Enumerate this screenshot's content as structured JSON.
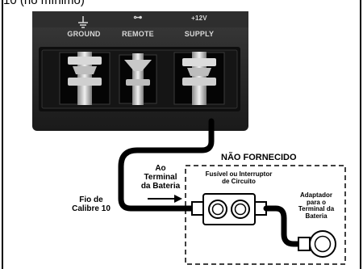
{
  "top_note": "10 (no mínimo)",
  "terminals": {
    "ground": "GROUND",
    "remote_symbol": "⊶",
    "remote": "REMOTE",
    "supply_voltage": "+12V",
    "supply": "SUPPLY"
  },
  "labels": {
    "not_supplied": "NÃO FORNECIDO",
    "to_battery_terminal": [
      "Ao",
      "Terminal",
      "da Bateria"
    ],
    "wire_gauge": [
      "Fio de",
      "Calibre 10"
    ],
    "fuse_breaker": [
      "Fusível ou Interruptor",
      "de Circuito"
    ],
    "adapter": [
      "Adaptador",
      "para o",
      "Terminal da",
      "Bateria"
    ]
  }
}
